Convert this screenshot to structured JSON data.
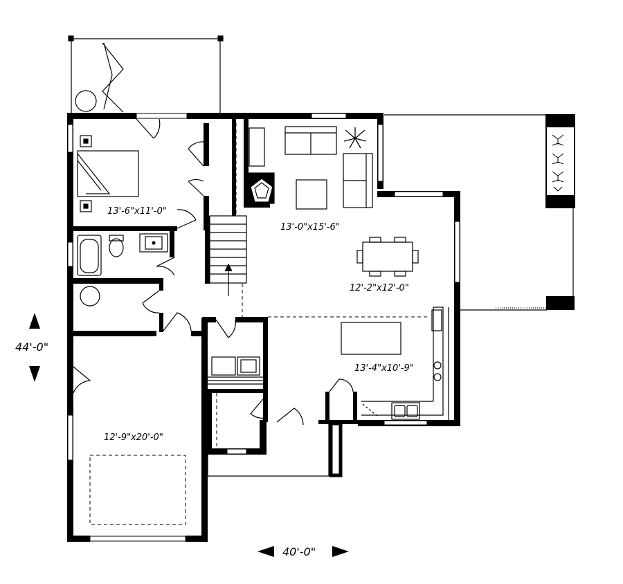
{
  "plan": {
    "rooms": {
      "bedroom": "13'-6\"x11'-0\"",
      "living": "13'-0\"x15'-6\"",
      "dining": "12'-2\"x12'-0\"",
      "kitchen": "13'-4\"x10'-9\"",
      "garage": "12'-9\"x20'-0\""
    },
    "dimensions": {
      "depth": "44'-0\"",
      "width": "40'-0\""
    }
  }
}
